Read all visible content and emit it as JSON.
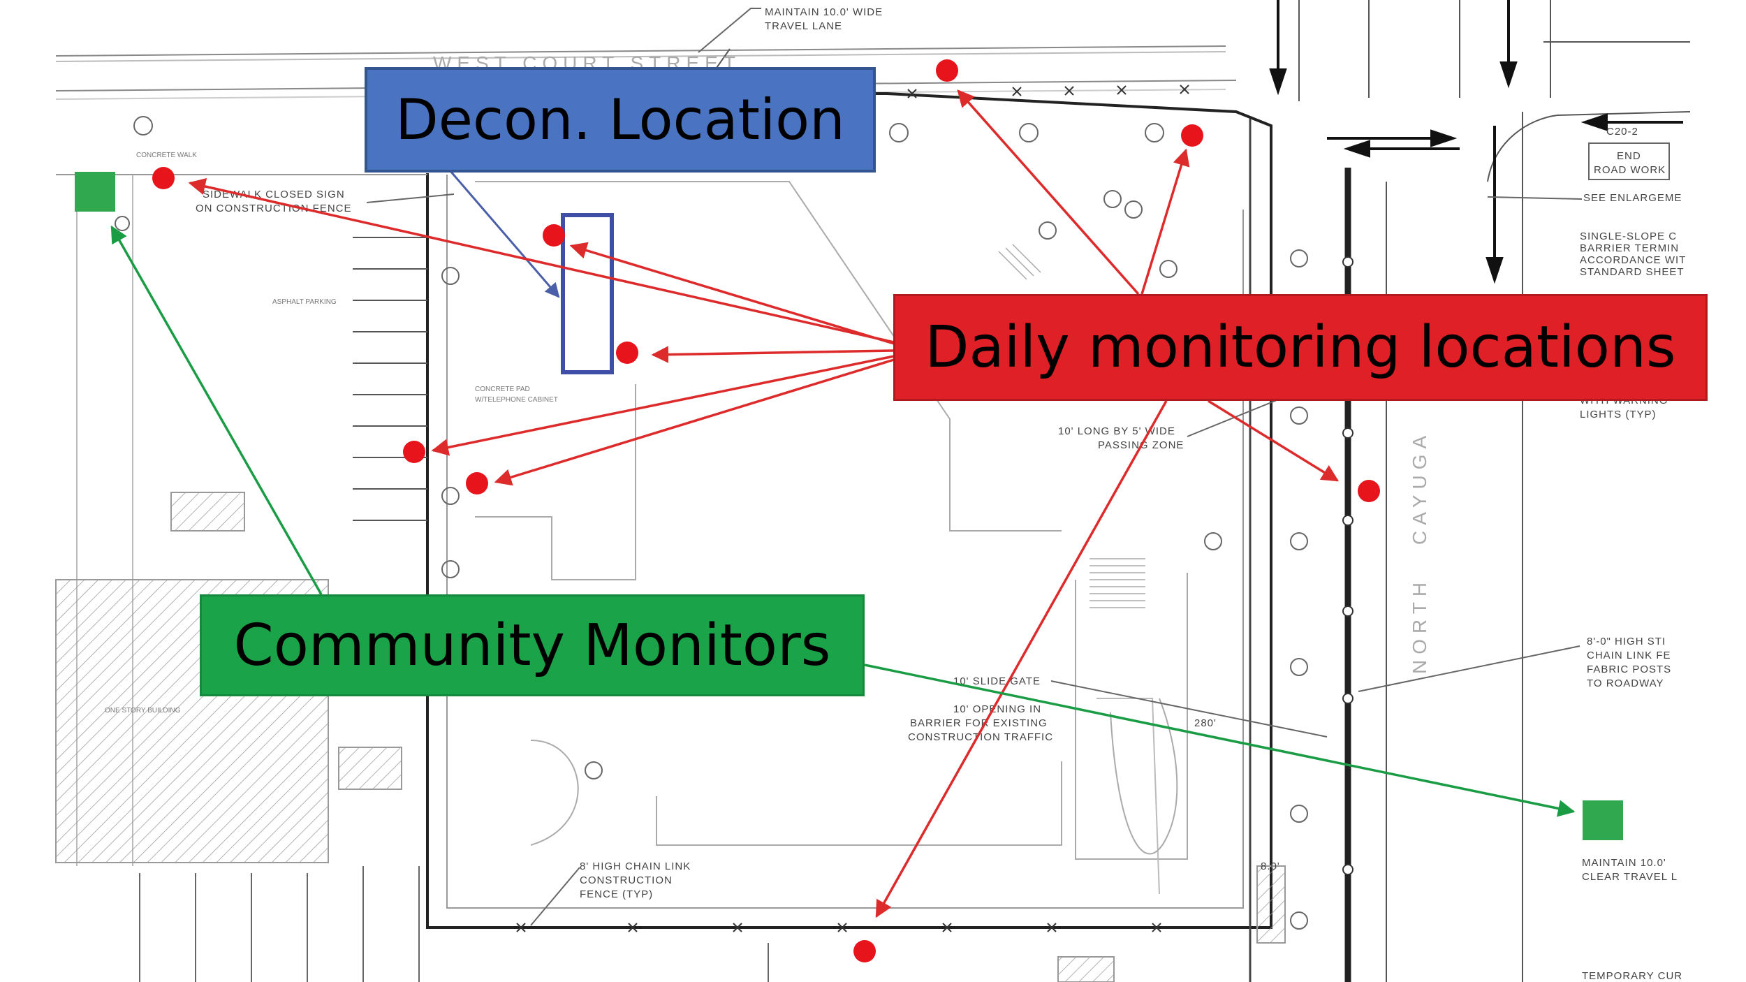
{
  "callouts": {
    "decon": "Decon. Location",
    "daily": "Daily monitoring locations",
    "community": "Community Monitors"
  },
  "plan_labels": {
    "travel_lane_1": "MAINTAIN 10.0' WIDE",
    "travel_lane_2": "TRAVEL LANE",
    "street_name": "WEST COURT STREET",
    "sidewalk_1": "SIDEWALK CLOSED SIGN",
    "sidewalk_2": "ON CONSTRUCTION FENCE",
    "concrete_walk": "CONCRETE WALK",
    "asphalt_parking": "ASPHALT PARKING",
    "concrete_pad_1": "CONCRETE PAD",
    "concrete_pad_2": "W/TELEPHONE CABINET",
    "c20": "C20-2",
    "end_road_1": "END",
    "end_road_2": "ROAD WORK",
    "see_enlargement": "SEE ENLARGEME",
    "single_slope_1": "SINGLE-SLOPE C",
    "single_slope_2": "BARRIER TERMIN",
    "single_slope_3": "ACCORDANCE WIT",
    "single_slope_4": "STANDARD SHEET",
    "warning_1": "WITH WARNING",
    "warning_2": "LIGHTS (TYP)",
    "passing_1": "10' LONG BY 5' WIDE",
    "passing_2": "PASSING ZONE",
    "cayuga": "CAYUGA",
    "north": "NORTH",
    "chain_link_r1": "8'-0\" HIGH STI",
    "chain_link_r2": "CHAIN LINK FE",
    "chain_link_r3": "FABRIC POSTS",
    "chain_link_r4": "TO ROADWAY",
    "slide_gate": "10' SLIDE GATE",
    "opening_1": "10' OPENING IN",
    "opening_2": "BARRIER FOR EXISTING",
    "opening_3": "CONSTRUCTION TRAFFIC",
    "dim_280": "280'",
    "dim_8": "8.0'",
    "chain_fence_1": "8' HIGH CHAIN LINK",
    "chain_fence_2": "CONSTRUCTION",
    "chain_fence_3": "FENCE (TYP)",
    "maintain_b1": "MAINTAIN 10.0'",
    "maintain_b2": "CLEAR TRAVEL L",
    "temporary": "TEMPORARY CUR",
    "one_story": "ONE STORY BUILDING"
  },
  "colors": {
    "monitor_dot": "#e8141c",
    "arrow_red": "#dd2a2a",
    "arrow_green": "#1a9c45",
    "arrow_blue": "#4a5fa8",
    "community_marker": "#2fa84f",
    "decon_outline": "#3f4fa8"
  }
}
